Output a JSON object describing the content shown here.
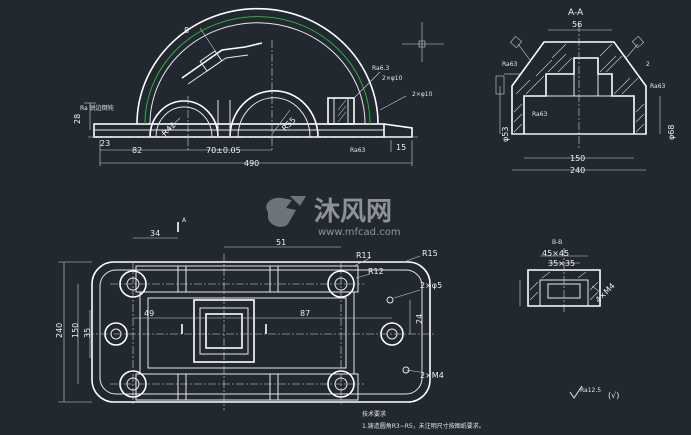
{
  "watermark": {
    "brand": "沐风网",
    "url": "www.mfcad.com"
  },
  "front_view": {
    "label_top": "8",
    "dims": {
      "height_28": "28",
      "width_82": "82",
      "spacing_70": "70±0.05",
      "overall_490": "490",
      "radius_42": "R42",
      "radius_55": "R55",
      "right_15": "15",
      "bottom_23": "23",
      "rough_63": "Ra63"
    },
    "notes": [
      "Ra6.3",
      "2×φ10",
      "2×φ10"
    ],
    "left_note": "Ra 锐边倒钝"
  },
  "section_aa": {
    "title": "A-A",
    "dims": {
      "top_56": "56",
      "d53": "φ53",
      "d68": "φ68",
      "width_150": "150",
      "width_240": "240",
      "rough_a": "Ra63",
      "rough_b": "Ra63",
      "rough_c": "Ra63",
      "small_2": "2"
    }
  },
  "plan_view": {
    "section_mark": "A",
    "dims": {
      "d34": "34",
      "d51": "51",
      "r11": "R11",
      "r15": "R15",
      "r12": "R12",
      "holes": "2×φ5",
      "d49": "49",
      "d87": "87",
      "d24": "24",
      "d240": "240",
      "d150": "150",
      "d35": "35",
      "m4": "2×M4"
    }
  },
  "section_bb": {
    "title": "B-B",
    "dims": {
      "d45": "45×45",
      "d35": "35×35",
      "m4": "4×M4"
    }
  },
  "roughness": {
    "label": "Ra12.5",
    "check": "(√)"
  },
  "notes": {
    "title": "技术要求",
    "line1": "1.铸造圆角R3~R5，未注明尺寸按图纸要求。"
  }
}
